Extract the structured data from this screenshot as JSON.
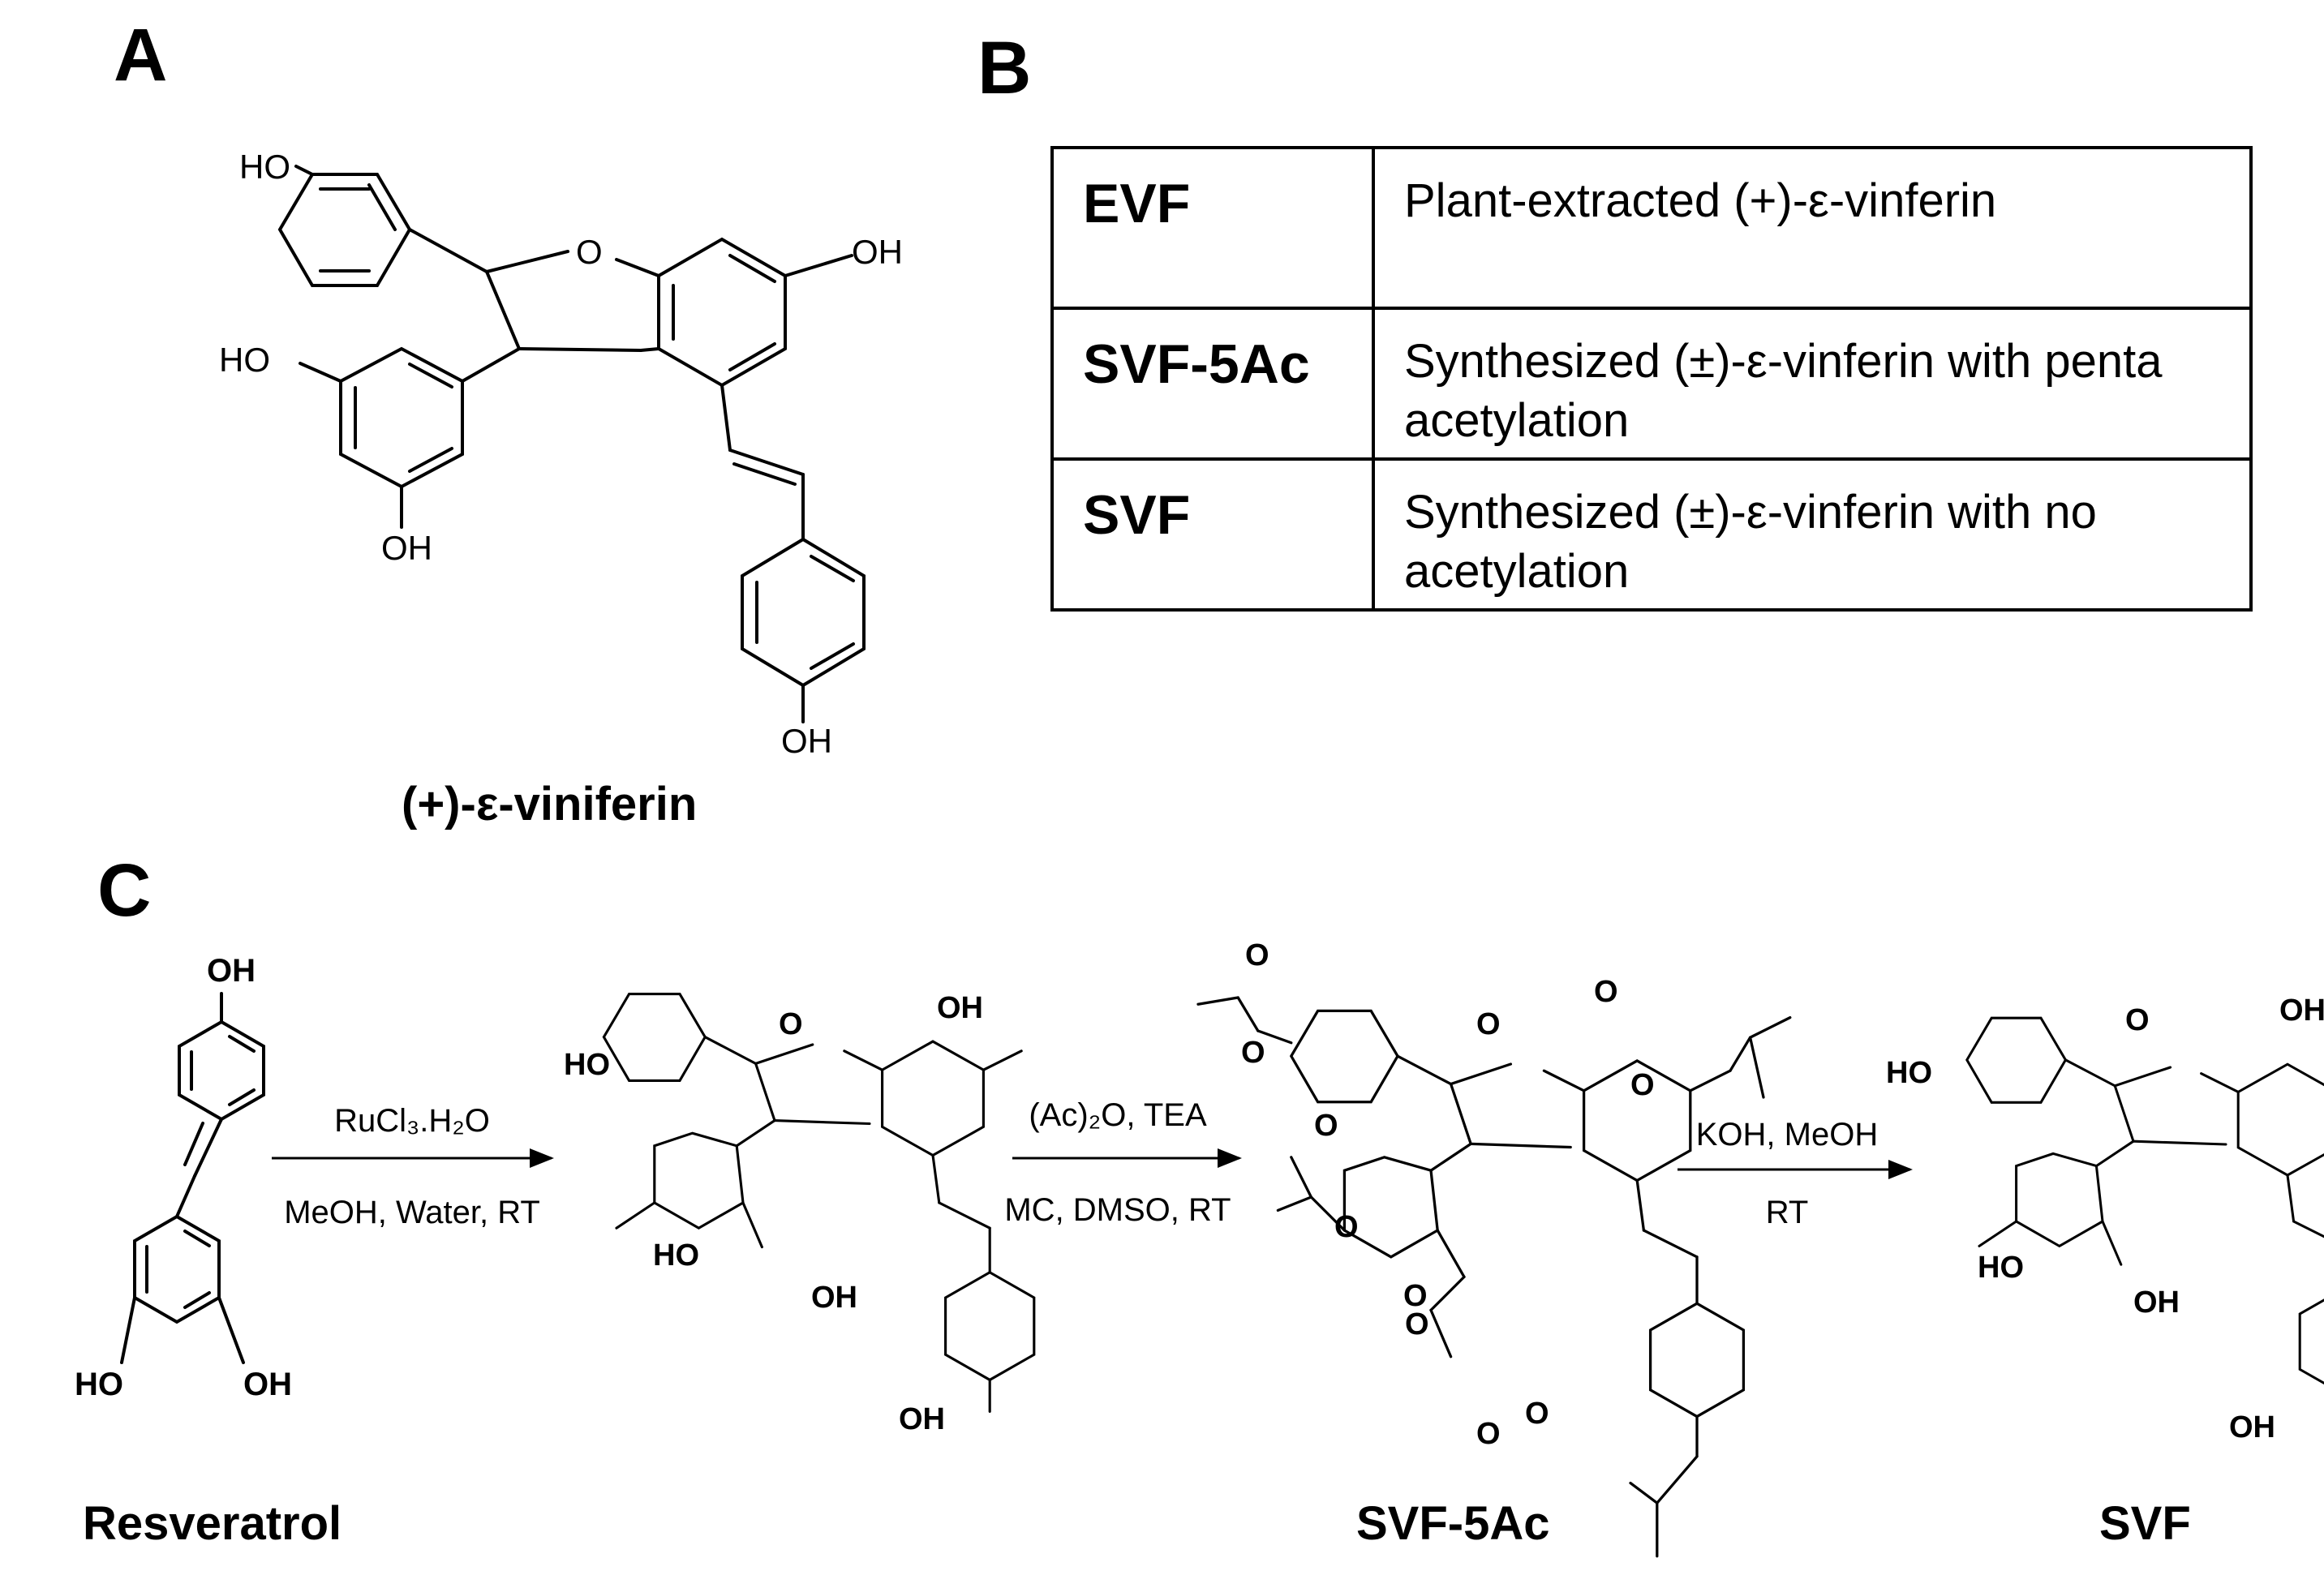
{
  "panels": {
    "a": "A",
    "b": "B",
    "c": "C"
  },
  "panel_a": {
    "caption": "(+)-ε-viniferin"
  },
  "panel_b": {
    "rows": [
      {
        "abbr": "EVF",
        "desc": "Plant-extracted (+)-ε-vinferin"
      },
      {
        "abbr": "SVF-5Ac",
        "desc": "Synthesized (±)-ε-vinferin with penta acetylation"
      },
      {
        "abbr": "SVF",
        "desc": "Synthesized (±)-ε-vinferin with no acetylation"
      }
    ]
  },
  "panel_c": {
    "steps": [
      {
        "reagent": "RuCl₃.H₂O",
        "conditions": "MeOH, Water, RT"
      },
      {
        "reagent": "(Ac)₂O, TEA",
        "conditions": "MC, DMSO, RT"
      },
      {
        "reagent": "KOH, MeOH",
        "conditions": "RT"
      }
    ],
    "compounds": {
      "resveratrol": "Resveratrol",
      "svf5ac": "SVF-5Ac",
      "svf": "SVF"
    }
  },
  "atom_labels": {
    "oh": "OH",
    "ho": "HO",
    "o": "O"
  }
}
